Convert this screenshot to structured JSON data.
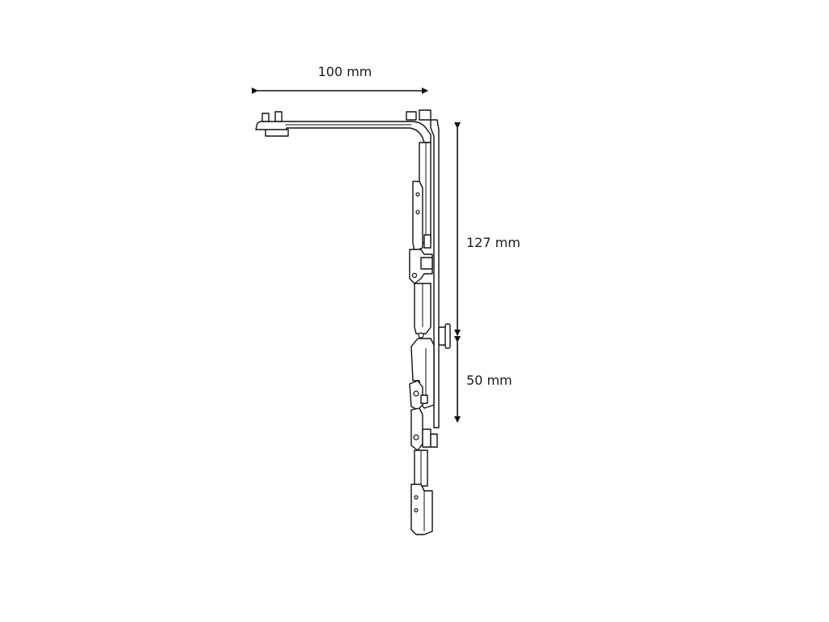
{
  "dimensions": {
    "width_label": "100 mm",
    "upper_height_label": "127 mm",
    "lower_height_label": "50 mm"
  },
  "colors": {
    "line": "#111111",
    "background": "#ffffff",
    "text": "#1a1a1a"
  }
}
